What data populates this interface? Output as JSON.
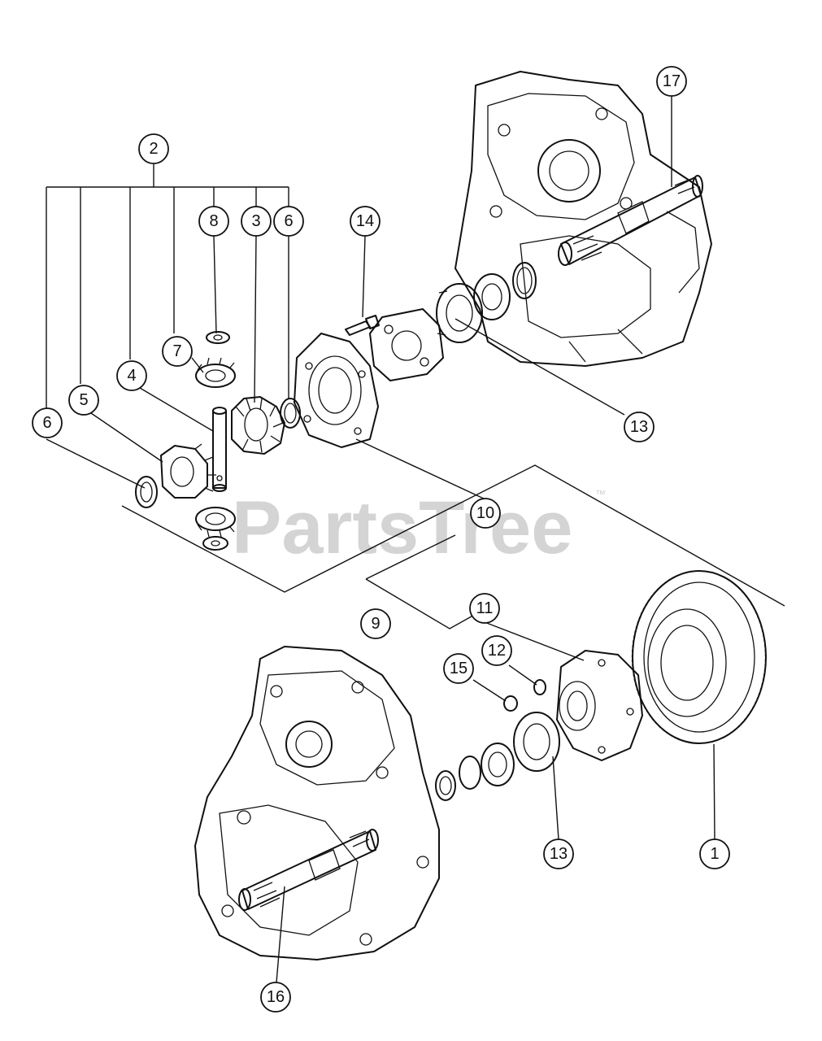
{
  "watermark": {
    "text": "PartsTree",
    "trademark": "™"
  },
  "callouts": [
    {
      "id": "callout-1",
      "label": "1"
    },
    {
      "id": "callout-2",
      "label": "2"
    },
    {
      "id": "callout-3",
      "label": "3"
    },
    {
      "id": "callout-4",
      "label": "4"
    },
    {
      "id": "callout-5",
      "label": "5"
    },
    {
      "id": "callout-6-left",
      "label": "6"
    },
    {
      "id": "callout-6-top",
      "label": "6"
    },
    {
      "id": "callout-7",
      "label": "7"
    },
    {
      "id": "callout-8",
      "label": "8"
    },
    {
      "id": "callout-9",
      "label": "9"
    },
    {
      "id": "callout-10",
      "label": "10"
    },
    {
      "id": "callout-11",
      "label": "11"
    },
    {
      "id": "callout-12",
      "label": "12"
    },
    {
      "id": "callout-13-top",
      "label": "13"
    },
    {
      "id": "callout-13-bottom",
      "label": "13"
    },
    {
      "id": "callout-14",
      "label": "14"
    },
    {
      "id": "callout-15",
      "label": "15"
    },
    {
      "id": "callout-16",
      "label": "16"
    },
    {
      "id": "callout-17",
      "label": "17"
    }
  ]
}
